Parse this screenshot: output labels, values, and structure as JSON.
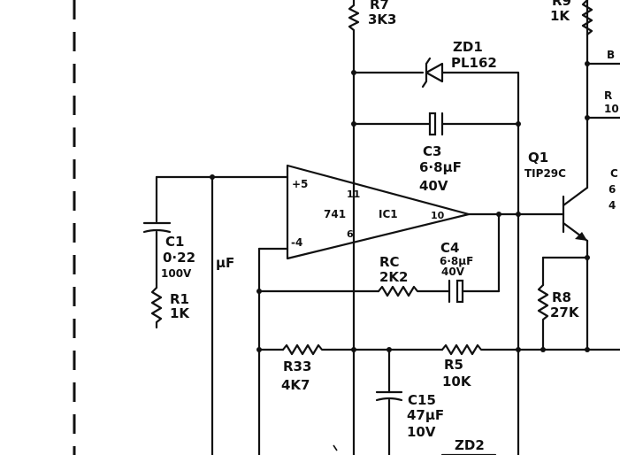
{
  "components": {
    "r7": {
      "ref": "R7",
      "value": "3K3"
    },
    "r9": {
      "ref": "R9",
      "value": "1K"
    },
    "zd1": {
      "ref": "ZD1",
      "value": "PL162"
    },
    "c3": {
      "ref": "C3",
      "value": "6·8μF",
      "voltage": "40V"
    },
    "q1": {
      "ref": "Q1",
      "value": "TIP29C"
    },
    "ic1": {
      "pin_pos": "+5",
      "pin_neg": "-4",
      "pin_top": "11",
      "pin_bottom": "6",
      "pin_out": "10",
      "label": "741",
      "ref": "IC1"
    },
    "c1": {
      "ref": "C1",
      "value": "0·22",
      "voltage": "100V",
      "unit": "μF"
    },
    "r1": {
      "ref": "R1",
      "value": "1K"
    },
    "rc": {
      "ref": "RC",
      "value": "2K2"
    },
    "c4": {
      "ref": "C4",
      "value": "6·8μF",
      "voltage": "40V"
    },
    "r8": {
      "ref": "R8",
      "value": "27K"
    },
    "r33": {
      "ref": "R33",
      "value": "4K7"
    },
    "r5": {
      "ref": "R5",
      "value": "10K"
    },
    "c15": {
      "ref": "C15",
      "value": "47μF",
      "voltage": "10V"
    },
    "zd2": {
      "ref": "ZD2"
    }
  },
  "partial_labels": [
    "B",
    "R",
    "10",
    "C",
    "6",
    "4"
  ]
}
